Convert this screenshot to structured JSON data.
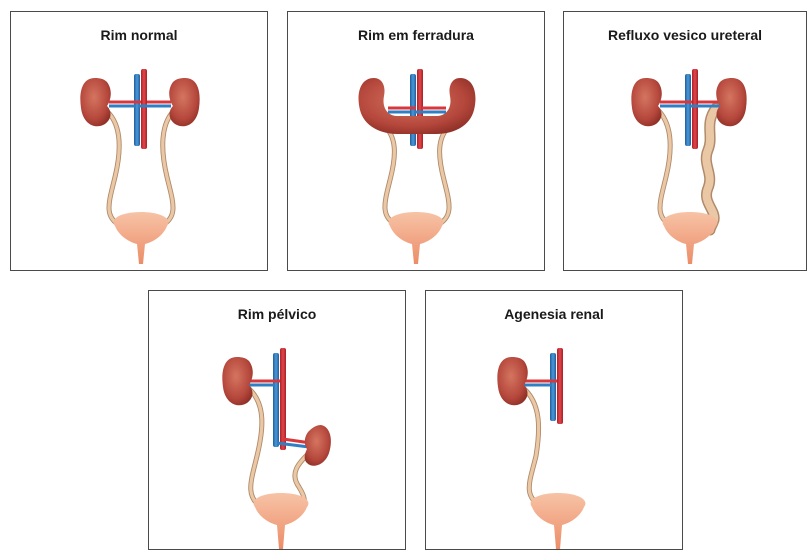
{
  "panels": [
    {
      "id": "normal",
      "title": "Rim normal"
    },
    {
      "id": "horseshoe",
      "title": "Rim em ferradura"
    },
    {
      "id": "reflux",
      "title": "Refluxo vesico ureteral"
    },
    {
      "id": "pelvic",
      "title": "Rim pélvico"
    },
    {
      "id": "agenesis",
      "title": "Agenesia renal"
    }
  ],
  "colors": {
    "kidney": "#b5473c",
    "kidney_highlight": "#d2705f",
    "artery": "#d8373c",
    "vein": "#2f7fc4",
    "ureter": "#eac8a6",
    "ureter_outline": "#b08a6a",
    "bladder": "#f0a07c",
    "bladder_light": "#f7c3a6",
    "border": "#4a4a4a"
  }
}
